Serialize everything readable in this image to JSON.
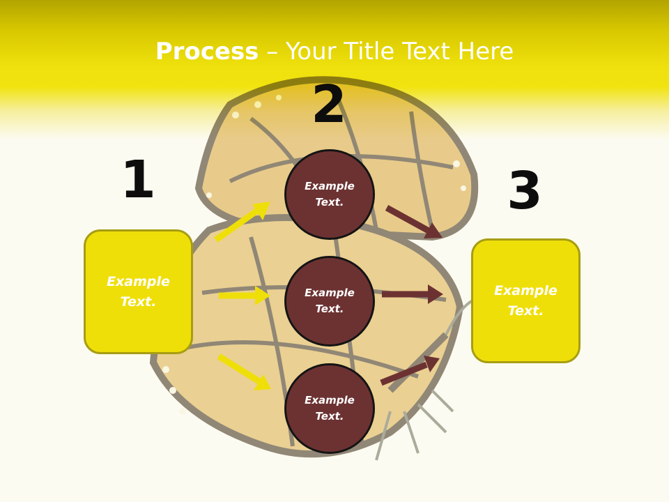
{
  "slide": {
    "title_bold": "Process",
    "title_rest": " – Your Title Text Here",
    "numbers": [
      "1",
      "2",
      "3"
    ],
    "left_box": {
      "line1": "Example",
      "line2": "Text."
    },
    "right_box": {
      "line1": "Example",
      "line2": "Text."
    },
    "circles": [
      {
        "line1": "Example",
        "line2": "Text."
      },
      {
        "line1": "Example",
        "line2": "Text."
      },
      {
        "line1": "Example",
        "line2": "Text."
      }
    ]
  },
  "colors": {
    "header_yellow": "#f1e30e",
    "box_fill": "#efdf09",
    "box_border": "#a79d12",
    "circle_fill": "#6c3232",
    "arrow_yellow": "#efdf09",
    "arrow_brown": "#6c3232"
  },
  "background_image": "butterfly-photo"
}
